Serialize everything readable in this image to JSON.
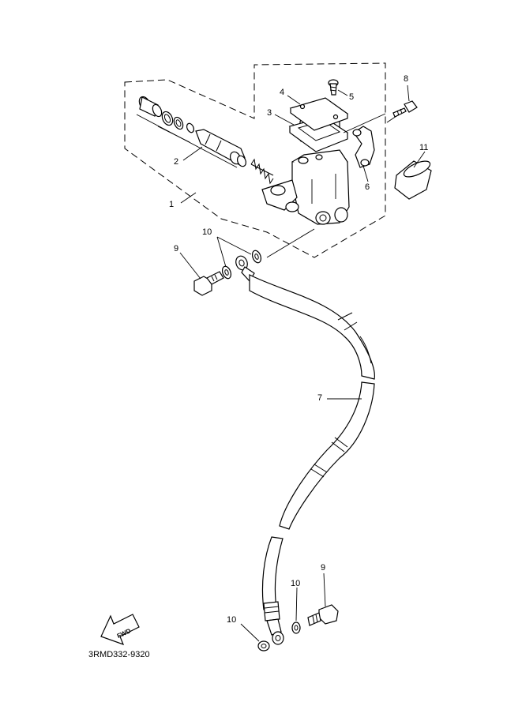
{
  "diagram": {
    "callouts": {
      "c1": "1",
      "c2": "2",
      "c3": "3",
      "c4": "4",
      "c5": "5",
      "c6": "6",
      "c7": "7",
      "c8": "8",
      "c9_top": "9",
      "c9_bottom": "9",
      "c10_top": "10",
      "c10_mid": "10",
      "c10_bottom": "10",
      "c11": "11"
    },
    "fwd_label": "FWD",
    "diagram_code": "3RMD332-9320"
  }
}
